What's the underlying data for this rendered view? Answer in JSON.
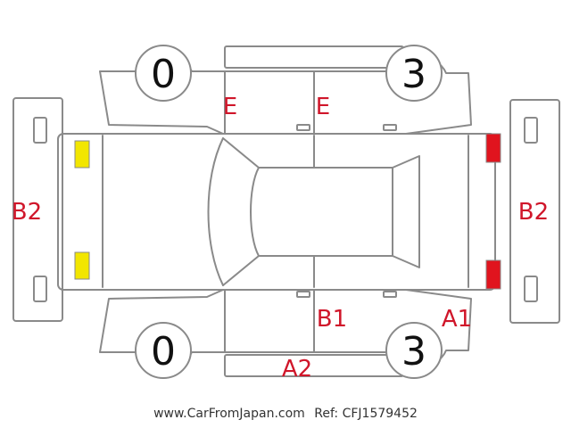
{
  "colors": {
    "line": "#8a8a8a",
    "damage_label": "#d0162a",
    "front_light": "#f2e600",
    "rear_light": "#e0141e",
    "wheel_text": "#111111"
  },
  "wheels": {
    "top_left": "0",
    "top_right": "3",
    "bottom_left": "0",
    "bottom_right": "3"
  },
  "damage_labels": {
    "door_front_top": "E",
    "door_rear_top": "E",
    "front_bumper": "B2",
    "rear_bumper": "B2",
    "door_rear_bottom": "B1",
    "rear_quarter_bottom": "A1",
    "side_sill_bottom": "A2"
  },
  "footer": {
    "site": "www.CarFromJapan.com",
    "ref": "Ref: CFJ1579452"
  }
}
